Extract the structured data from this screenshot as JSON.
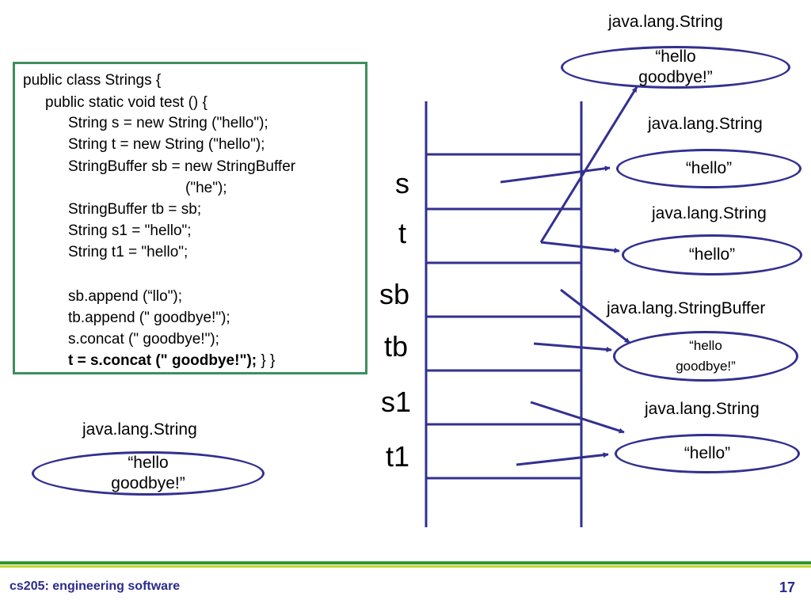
{
  "code": {
    "lines": [
      "public class Strings {",
      "public static void test () {",
      "String s = new String (\"hello\");",
      "String t = new String (\"hello\");",
      "StringBuffer sb = new StringBuffer",
      "(\"he\");",
      "StringBuffer tb = sb;",
      "String s1 = \"hello\";",
      "String t1 = \"hello\";",
      "sb.append (“llo\");",
      "tb.append (\" goodbye!\");",
      "s.concat (\" goodbye!\");",
      "t = s.concat (\" goodbye!\");",
      "} }"
    ]
  },
  "stack": {
    "vars": [
      "s",
      "t",
      "sb",
      "tb",
      "s1",
      "t1"
    ]
  },
  "objects": [
    {
      "type": "java.lang.String",
      "value_line1": "“hello",
      "value_line2": "goodbye!”"
    },
    {
      "type": "java.lang.String",
      "value": "“hello”"
    },
    {
      "type": "java.lang.String",
      "value": "“hello”"
    },
    {
      "type": "java.lang.StringBuffer",
      "value_line1": "“hello",
      "value_line2": "goodbye!”"
    },
    {
      "type": "java.lang.String",
      "value": "“hello”"
    },
    {
      "type": "java.lang.String",
      "value_line1": "“hello",
      "value_line2": "goodbye!”"
    }
  ],
  "footer": {
    "course": "cs205: engineering software",
    "page": "17"
  },
  "colors": {
    "code_border": "#3e8e5e",
    "diagram_stroke": "#32308f",
    "footer_text": "#2b2b8c",
    "footer_line_green": "#2f9632",
    "footer_line_lime": "#c3d62e"
  }
}
